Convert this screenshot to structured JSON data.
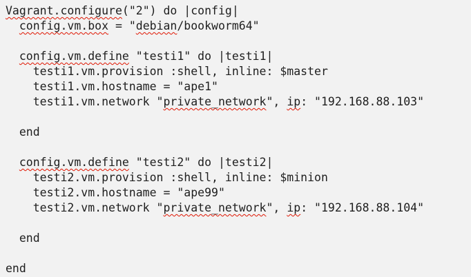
{
  "editor": {
    "background": "#f2f2f2",
    "text_color": "#1e1e1e",
    "squiggle_color": "#e01400",
    "language": "Vagrantfile (Ruby)",
    "lines": [
      {
        "segments": [
          {
            "text": "Vagrant.configure",
            "misspelled": true
          },
          {
            "text": "(\"2\") do |config|",
            "misspelled": false
          }
        ]
      },
      {
        "segments": [
          {
            "text": "  ",
            "misspelled": false
          },
          {
            "text": "config.vm.box",
            "misspelled": true
          },
          {
            "text": " = \"",
            "misspelled": false
          },
          {
            "text": "debian",
            "misspelled": true
          },
          {
            "text": "/bookworm64\"",
            "misspelled": false
          }
        ]
      },
      {
        "segments": []
      },
      {
        "segments": [
          {
            "text": "  ",
            "misspelled": false
          },
          {
            "text": "config.vm.define",
            "misspelled": true
          },
          {
            "text": " \"testi1\" do |testi1|",
            "misspelled": false
          }
        ]
      },
      {
        "segments": [
          {
            "text": "    testi1.vm.provision :shell, inline: $master",
            "misspelled": false
          }
        ]
      },
      {
        "segments": [
          {
            "text": "    testi1.vm.hostname = \"ape1\"",
            "misspelled": false
          }
        ]
      },
      {
        "segments": [
          {
            "text": "    testi1.vm.network \"",
            "misspelled": false
          },
          {
            "text": "private_network",
            "misspelled": true
          },
          {
            "text": "\", ",
            "misspelled": false
          },
          {
            "text": "ip",
            "misspelled": true
          },
          {
            "text": ": \"192.168.88.103\"",
            "misspelled": false
          }
        ]
      },
      {
        "segments": []
      },
      {
        "segments": [
          {
            "text": "  end",
            "misspelled": false
          }
        ]
      },
      {
        "segments": []
      },
      {
        "segments": [
          {
            "text": "  ",
            "misspelled": false
          },
          {
            "text": "config.vm.define",
            "misspelled": true
          },
          {
            "text": " \"testi2\" do |testi2|",
            "misspelled": false
          }
        ]
      },
      {
        "segments": [
          {
            "text": "    testi2.vm.provision :shell, inline: $minion",
            "misspelled": false
          }
        ]
      },
      {
        "segments": [
          {
            "text": "    testi2.vm.hostname = \"ape99\"",
            "misspelled": false
          }
        ]
      },
      {
        "segments": [
          {
            "text": "    testi2.vm.network \"",
            "misspelled": false
          },
          {
            "text": "private_network",
            "misspelled": true
          },
          {
            "text": "\", ",
            "misspelled": false
          },
          {
            "text": "ip",
            "misspelled": true
          },
          {
            "text": ": \"192.168.88.104\"",
            "misspelled": false
          }
        ]
      },
      {
        "segments": []
      },
      {
        "segments": [
          {
            "text": "  end",
            "misspelled": false
          }
        ]
      },
      {
        "segments": []
      },
      {
        "segments": [
          {
            "text": "end",
            "misspelled": false
          }
        ]
      }
    ]
  }
}
